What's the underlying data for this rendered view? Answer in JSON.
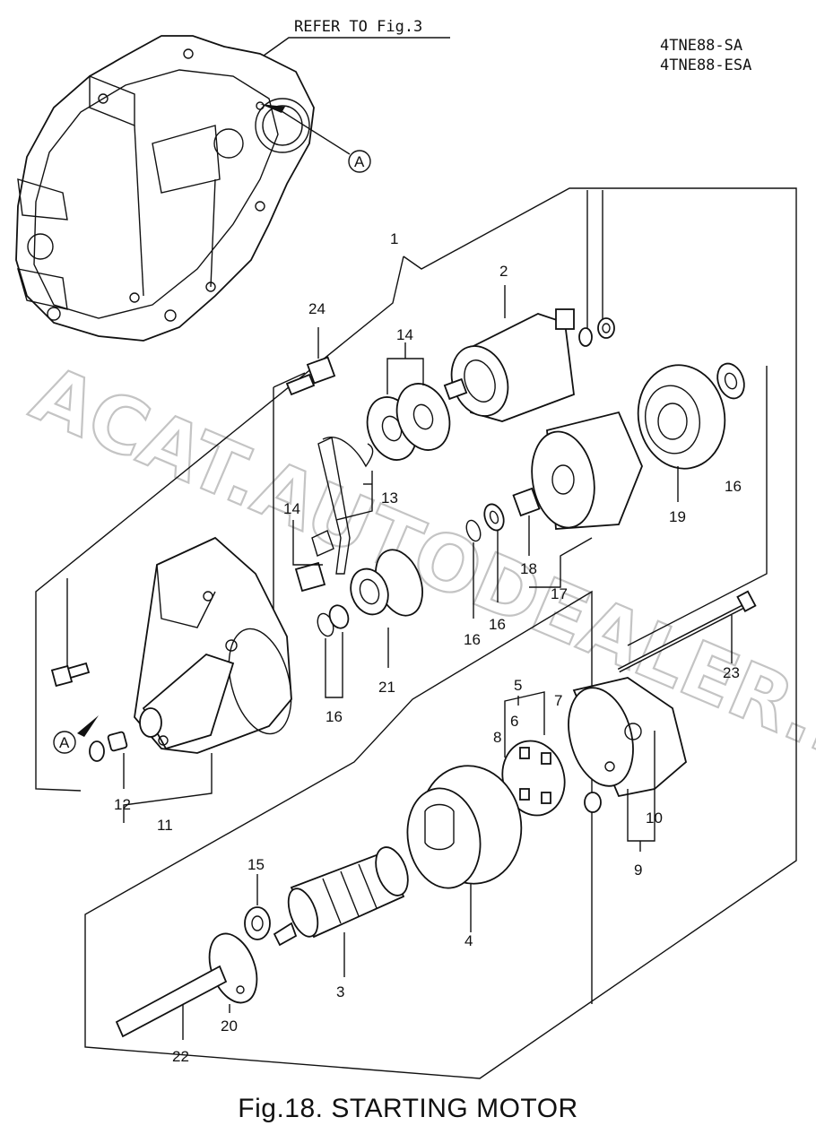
{
  "header": {
    "refer_text": "REFER TO Fig.3",
    "model_1": "4TNE88-SA",
    "model_2": "4TNE88-ESA"
  },
  "watermark": "ACAT.AUTODEALER.RU",
  "ref_marker": "A",
  "callouts": {
    "c1": "1",
    "c2": "2",
    "c3": "3",
    "c4": "4",
    "c5": "5",
    "c6": "6",
    "c7": "7",
    "c8": "8",
    "c9": "9",
    "c10": "10",
    "c11": "11",
    "c12": "12",
    "c13": "13",
    "c14a": "14",
    "c14b": "14",
    "c15": "15",
    "c16a": "16",
    "c16b": "16",
    "c16c": "16",
    "c16d": "16",
    "c17": "17",
    "c18": "18",
    "c19": "19",
    "c20": "20",
    "c21": "21",
    "c22": "22",
    "c23": "23",
    "c24": "24"
  },
  "caption": "Fig.18.  STARTING MOTOR"
}
